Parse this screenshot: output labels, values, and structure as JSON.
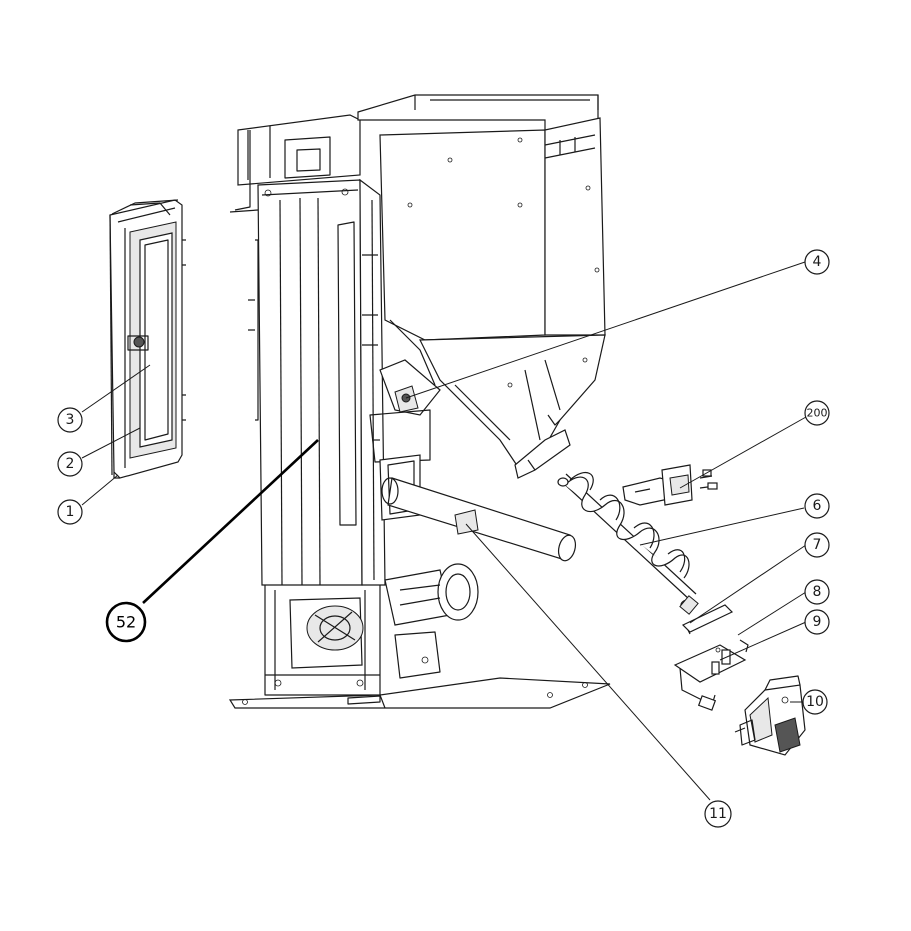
{
  "diagram": {
    "callouts": [
      {
        "id": "c1",
        "label": "1"
      },
      {
        "id": "c2",
        "label": "2"
      },
      {
        "id": "c3",
        "label": "3"
      },
      {
        "id": "c4",
        "label": "4"
      },
      {
        "id": "c200",
        "label": "200"
      },
      {
        "id": "c6",
        "label": "6"
      },
      {
        "id": "c7",
        "label": "7"
      },
      {
        "id": "c8",
        "label": "8"
      },
      {
        "id": "c9",
        "label": "9"
      },
      {
        "id": "c10",
        "label": "10"
      },
      {
        "id": "c11",
        "label": "11"
      },
      {
        "id": "c52",
        "label": "52"
      }
    ]
  }
}
